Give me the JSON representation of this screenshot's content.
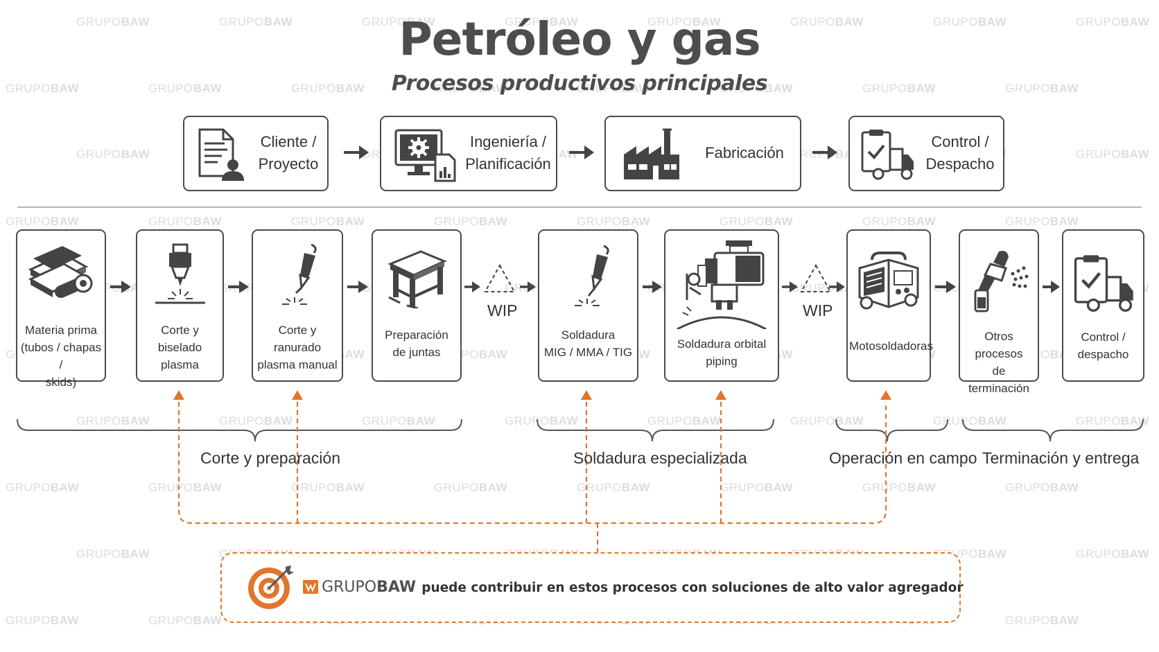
{
  "title": "Petróleo y gas",
  "subtitle": "Procesos productivos principales",
  "top_flow": [
    {
      "label_lines": [
        "Cliente /",
        "Proyecto"
      ],
      "icon": "document-user-icon"
    },
    {
      "label_lines": [
        "Ingeniería /",
        "Planificación"
      ],
      "icon": "monitor-gear-icon"
    },
    {
      "label_lines": [
        "Fabricación"
      ],
      "icon": "factory-icon"
    },
    {
      "label_lines": [
        "Control /",
        "Despacho"
      ],
      "icon": "clipboard-truck-icon"
    }
  ],
  "process_flow": [
    {
      "label_lines": [
        "Materia prima",
        "(tubos / chapas /",
        "skids)"
      ],
      "icon": "raw-material-icon"
    },
    {
      "label_lines": [
        "Corte y",
        "biselado",
        "plasma"
      ],
      "icon": "plasma-cutter-icon"
    },
    {
      "label_lines": [
        "Corte y",
        "ranurado",
        "plasma manual"
      ],
      "icon": "plasma-torch-icon"
    },
    {
      "label_lines": [
        "Preparación",
        "de juntas"
      ],
      "icon": "workbench-icon"
    },
    {
      "label_lines": [
        "Soldadura",
        "MIG / MMA / TIG"
      ],
      "icon": "welding-torch-icon"
    },
    {
      "label_lines": [
        "Soldadura orbital",
        "piping"
      ],
      "icon": "orbital-welder-icon"
    },
    {
      "label_lines": [
        "Motosoldadoras"
      ],
      "icon": "engine-welder-icon"
    },
    {
      "label_lines": [
        "Otros procesos",
        "de terminación"
      ],
      "icon": "spray-gun-icon"
    },
    {
      "label_lines": [
        "Control /",
        "despacho"
      ],
      "icon": "clipboard-truck-icon"
    }
  ],
  "wip_label": "WIP",
  "groups": [
    "Corte y preparación",
    "Soldadura especializada",
    "Operación en campo",
    "Terminación y entrega"
  ],
  "bottom": {
    "brand_part1": "GRUPO",
    "brand_part2": "BAW",
    "message": "puede contribuir en estos procesos con soluciones de alto valor agregador"
  },
  "watermark": {
    "part1": "GRUPO",
    "part2": "BAW"
  },
  "colors": {
    "accent": "#e0762b",
    "dark": "#4a4a4a",
    "watermark": "#dcdcdc"
  }
}
